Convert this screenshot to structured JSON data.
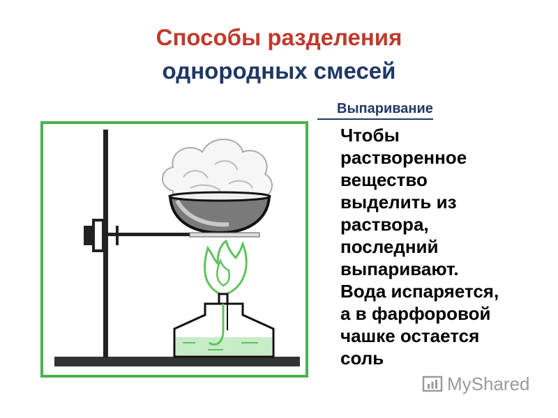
{
  "title": {
    "line1": "Способы разделения",
    "line2": "однородных смесей"
  },
  "subtitle": "Выпаривание",
  "body_lines": [
    "Чтобы",
    "растворенное",
    "вещество",
    "выделить из",
    "раствора,",
    "последний",
    "выпаривают.",
    "Вода испаряется,",
    "а в фарфоровой",
    "чашке остается",
    "соль"
  ],
  "watermark": {
    "text": "MyShared",
    "icon": "myshared-logo-icon"
  },
  "colors": {
    "title_red": "#c0392b",
    "title_navy": "#1f3864",
    "frame_green": "#4caf50",
    "flame_green": "#5cc35c"
  }
}
